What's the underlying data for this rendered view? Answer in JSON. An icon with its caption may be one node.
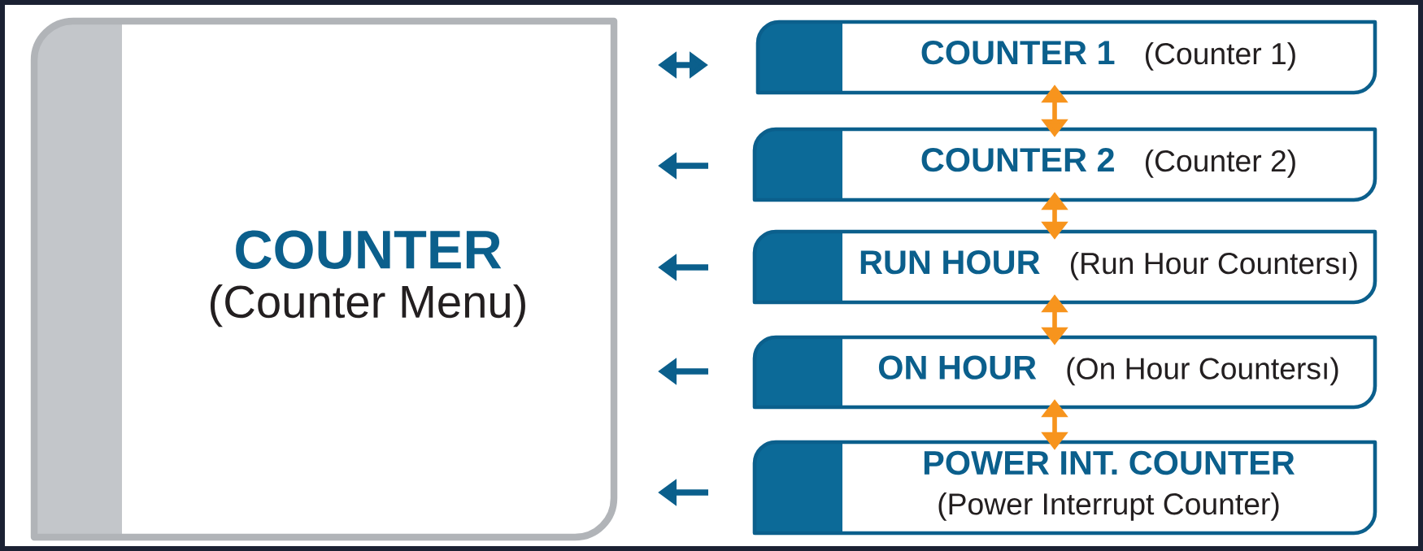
{
  "diagram": {
    "nodes": [
      {
        "text": [
          "COUNTER",
          "(Counter Menu)"
        ]
      },
      {
        "text": [
          "COUNTER 1",
          "(Counter 1)"
        ]
      },
      {
        "text": [
          "COUNTER 2",
          "(Counter 2)"
        ]
      },
      {
        "text": [
          "RUN HOUR",
          "(Run Hour Countersı)"
        ]
      },
      {
        "text": [
          "ON HOUR",
          "(On Hour Countersı)"
        ]
      },
      {
        "text": [
          "POWER INT. COUNTER",
          "(Power Interrupt Counter)"
        ]
      }
    ],
    "edges": [
      {
        "from": 1,
        "to": 2,
        "arrow": "both"
      },
      {
        "from": 2,
        "to": 3,
        "arrow": "both"
      },
      {
        "from": 3,
        "to": 4,
        "arrow": "both"
      },
      {
        "from": 4,
        "to": 5,
        "arrow": "both"
      }
    ]
  }
}
